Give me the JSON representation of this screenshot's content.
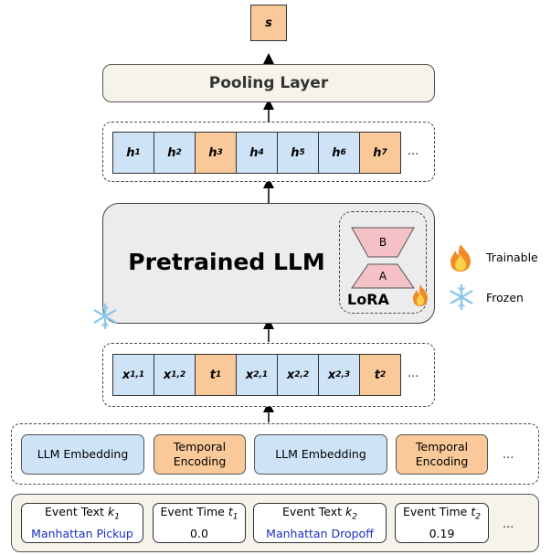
{
  "output": {
    "label": "s"
  },
  "pooling": {
    "label": "Pooling Layer"
  },
  "hidden_row": {
    "cells": [
      {
        "label": "h1",
        "base": "h",
        "sub": "1",
        "color": "#cfe3f7"
      },
      {
        "label": "h2",
        "base": "h",
        "sub": "2",
        "color": "#cfe3f7"
      },
      {
        "label": "h3",
        "base": "h",
        "sub": "3",
        "color": "#f9c99a"
      },
      {
        "label": "h4",
        "base": "h",
        "sub": "4",
        "color": "#cfe3f7"
      },
      {
        "label": "h5",
        "base": "h",
        "sub": "5",
        "color": "#cfe3f7"
      },
      {
        "label": "h6",
        "base": "h",
        "sub": "6",
        "color": "#cfe3f7"
      },
      {
        "label": "h7",
        "base": "h",
        "sub": "7",
        "color": "#f9c99a"
      }
    ],
    "ellipsis": "..."
  },
  "llm": {
    "title": "Pretrained LLM",
    "lora": {
      "label": "LoRA",
      "top": "B",
      "bottom": "A"
    }
  },
  "legend": {
    "trainable": "Trainable",
    "frozen": "Frozen"
  },
  "input_row": {
    "cells": [
      {
        "base": "x",
        "sub": "1,1",
        "color": "#cfe3f7"
      },
      {
        "base": "x",
        "sub": "1,2",
        "color": "#cfe3f7"
      },
      {
        "base": "t",
        "sub": "1",
        "color": "#f9c99a"
      },
      {
        "base": "x",
        "sub": "2,1",
        "color": "#cfe3f7"
      },
      {
        "base": "x",
        "sub": "2,2",
        "color": "#cfe3f7"
      },
      {
        "base": "x",
        "sub": "2,3",
        "color": "#cfe3f7"
      },
      {
        "base": "t",
        "sub": "2",
        "color": "#f9c99a"
      }
    ],
    "ellipsis": "..."
  },
  "encoders": {
    "llm_embedding": "LLM Embedding",
    "temporal_line1": "Temporal",
    "temporal_line2": "Encoding",
    "ellipsis": "..."
  },
  "events": {
    "text1_prefix": "Event Text ",
    "text1_var": "k",
    "text1_sub": "1",
    "text1_value": "Manhattan Pickup",
    "time1_prefix": "Event Time ",
    "time1_var": "t",
    "time1_sub": "1",
    "time1_value": "0.0",
    "text2_prefix": "Event Text ",
    "text2_var": "k",
    "text2_sub": "2",
    "text2_value": "Manhattan Dropoff",
    "time2_prefix": "Event Time ",
    "time2_var": "t",
    "time2_sub": "2",
    "time2_value": "0.19",
    "ellipsis": "..."
  },
  "colors": {
    "blue": "#cfe3f7",
    "orange": "#f9c99a",
    "lora_pink": "#f4c2c6",
    "text_blue": "#1a2fc0"
  }
}
